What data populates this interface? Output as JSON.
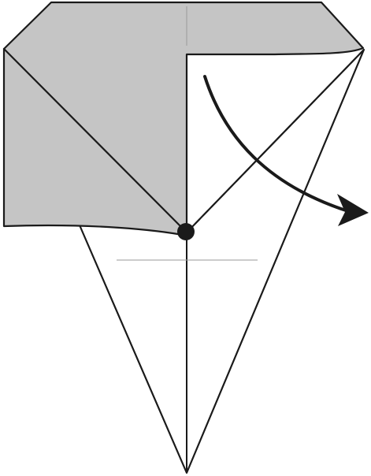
{
  "diagram": {
    "colors": {
      "paper_front": "#c5c5c5",
      "paper_back": "#ffffff",
      "line": "#1a1a1a",
      "reference_line": "#9a9a9a"
    },
    "fold": {
      "type": "valley-fold",
      "indicator": "curved-arrow",
      "pivot": "dot"
    }
  }
}
